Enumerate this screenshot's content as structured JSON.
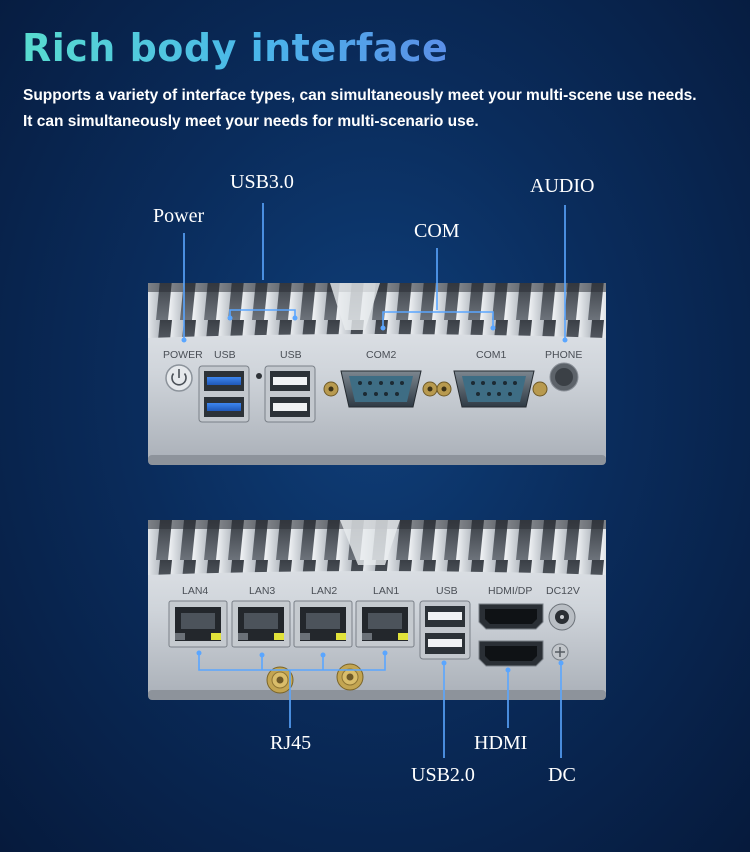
{
  "header": {
    "title": "Rich body interface",
    "subtitle_line1": "Supports a variety of interface types, can simultaneously meet your multi-scene use needs.",
    "subtitle_line2": "It can simultaneously meet your needs for multi-scenario use."
  },
  "callouts": {
    "usb30": "USB3.0",
    "power": "Power",
    "com": "COM",
    "audio": "AUDIO",
    "rj45": "RJ45",
    "hdmi": "HDMI",
    "usb20": "USB2.0",
    "dc": "DC"
  },
  "front_panel": {
    "power": "POWER",
    "usb_left": "USB",
    "usb_right": "USB",
    "com2": "COM2",
    "com1": "COM1",
    "phone": "PHONE"
  },
  "rear_panel": {
    "lan4": "LAN4",
    "lan3": "LAN3",
    "lan2": "LAN2",
    "lan1": "LAN1",
    "usb": "USB",
    "hdmi_dp": "HDMI/DP",
    "dc12v": "DC12V"
  },
  "colors": {
    "accent_cyan": "#4fd0d8",
    "accent_blue": "#3a8fe8",
    "leader_line": "#5aa6ff",
    "usb3_blue": "#2a6fd8"
  }
}
